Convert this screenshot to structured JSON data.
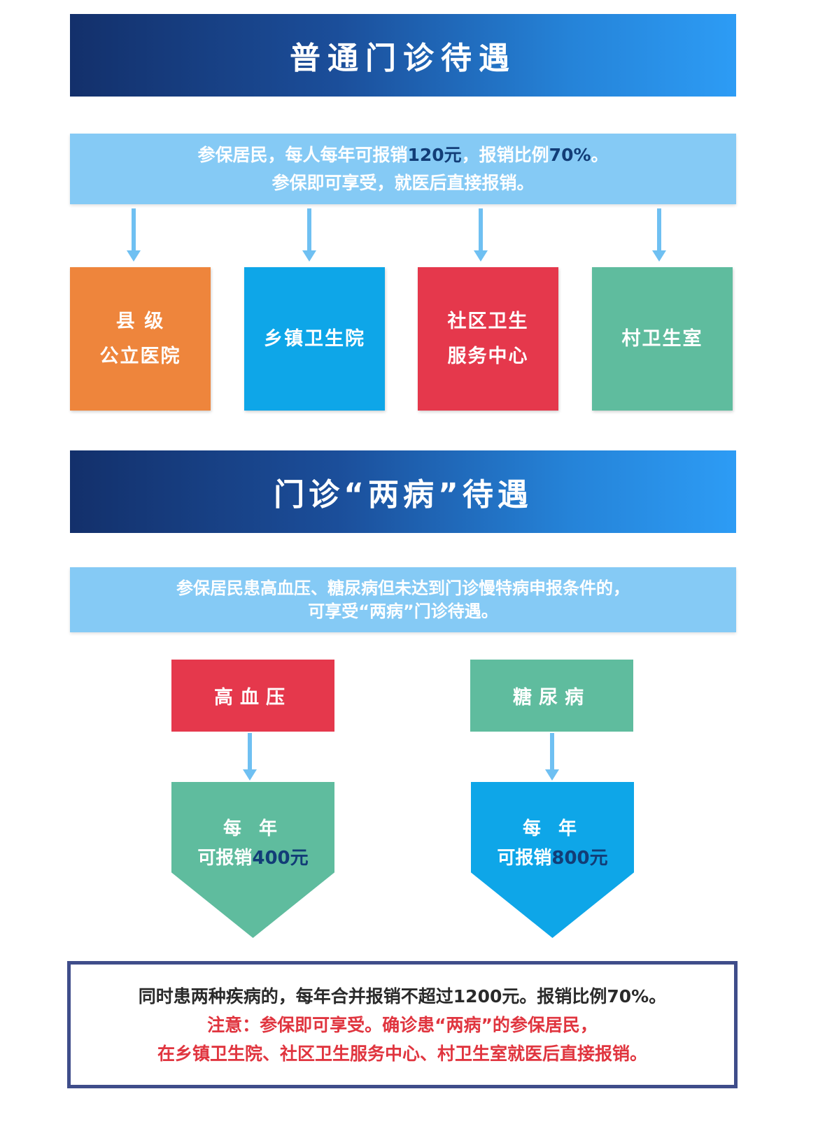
{
  "section1": {
    "title": "普通门诊待遇",
    "info": {
      "line1_a": "参保居民，每人每年可报销",
      "line1_b": "120元",
      "line1_c": "，报销比例",
      "line1_d": "70%",
      "line1_e": "。",
      "line2": "参保即可享受，就医后直接报销。"
    },
    "facilities": [
      {
        "line1": "县 级",
        "line2": "公立医院",
        "color": "#ee853c"
      },
      {
        "line1": "乡镇卫生院",
        "line2": "",
        "color": "#0ea6e8"
      },
      {
        "line1": "社区卫生",
        "line2": "服务中心",
        "color": "#e5384c"
      },
      {
        "line1": "村卫生室",
        "line2": "",
        "color": "#5fbc9e"
      }
    ]
  },
  "section2": {
    "title": "门诊“两病”待遇",
    "info": {
      "line1": "参保居民患高血压、糖尿病但未达到门诊慢特病申报条件的，",
      "line2": "可享受“两病”门诊待遇。"
    },
    "diseases": [
      {
        "name": "高血压",
        "color": "#e5384c",
        "result_line1": "每 年",
        "result_prefix": "可报销",
        "result_amount": "400元",
        "result_color": "#5fbc9e"
      },
      {
        "name": "糖尿病",
        "color": "#5fbc9e",
        "result_line1": "每 年",
        "result_prefix": "可报销",
        "result_amount": "800元",
        "result_color": "#0ea6e8"
      }
    ]
  },
  "note": {
    "line1": "同时患两种疾病的，每年合并报销不超过1200元。报销比例70%。",
    "line2": "注意：参保即可享受。确诊患“两病”的参保居民，",
    "line3": "在乡镇卫生院、社区卫生服务中心、村卫生室就医后直接报销。"
  },
  "colors": {
    "header_start": "#13306b",
    "header_end": "#2d9cf5",
    "info_bg": "#85caf5",
    "arrow": "#6fc0f2",
    "note_border": "#3f4d8a",
    "note_red": "#e0353f"
  }
}
